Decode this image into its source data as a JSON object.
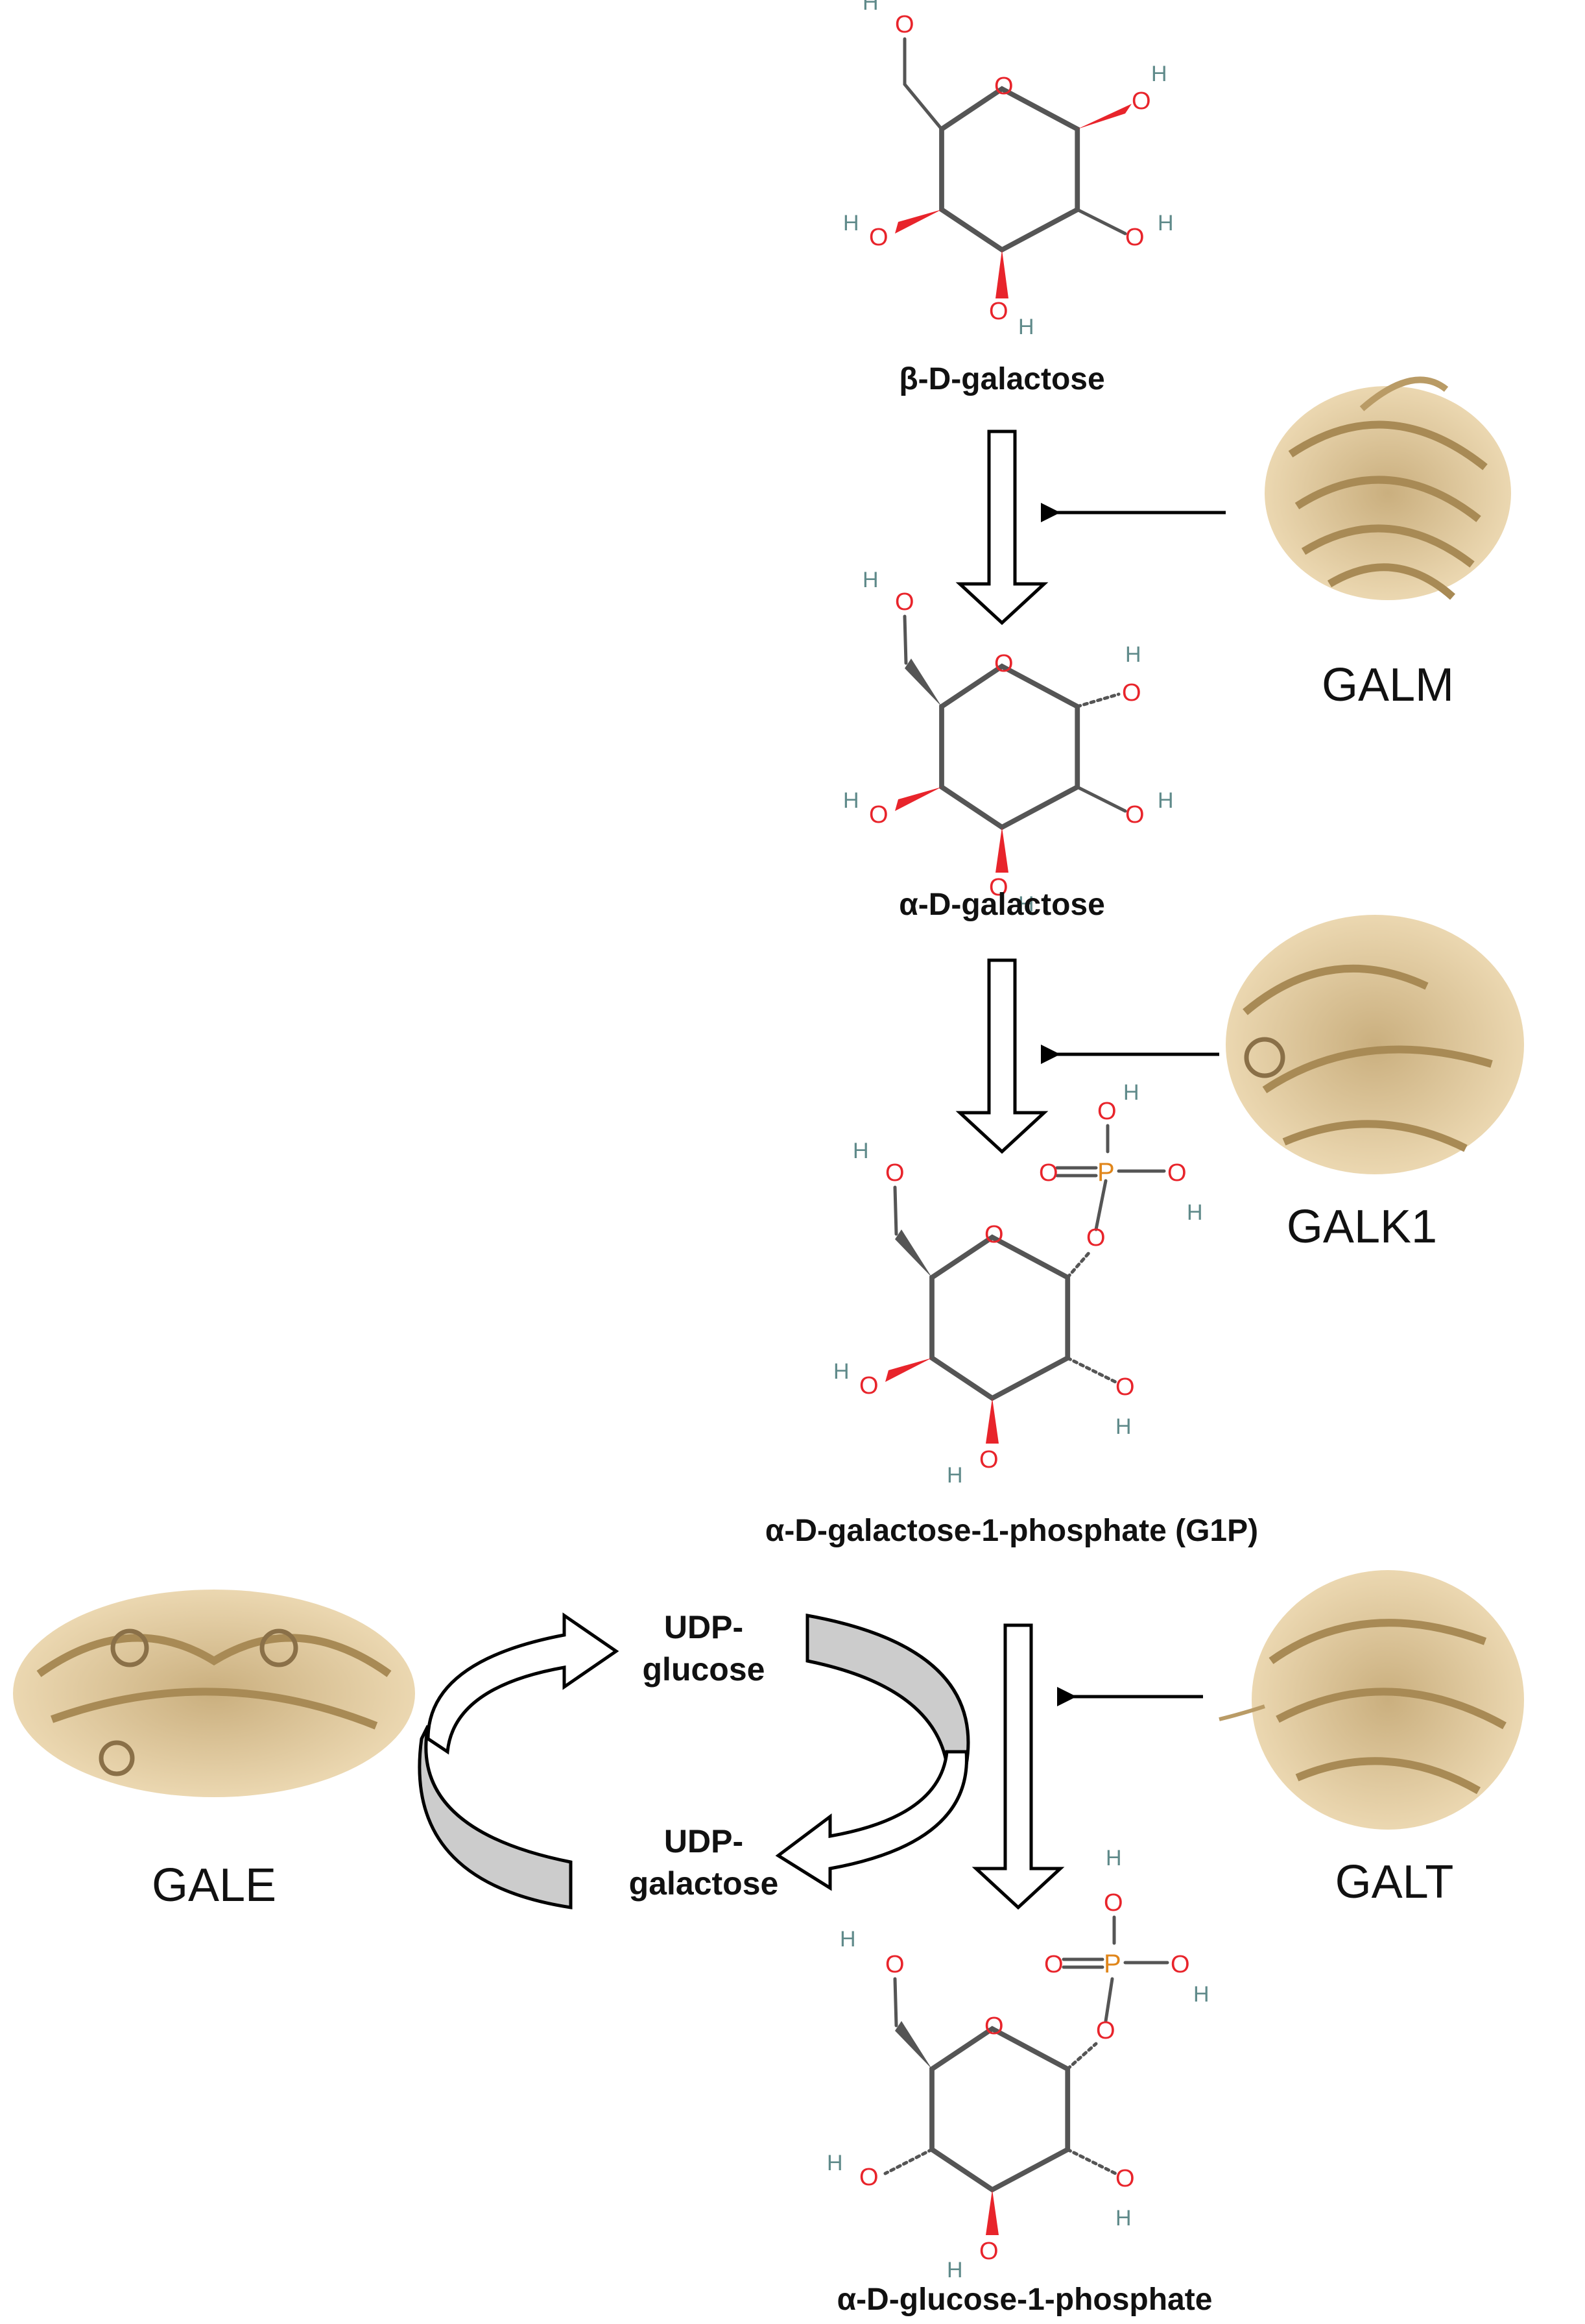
{
  "compounds": {
    "beta_galactose": "β-D-galactose",
    "alpha_galactose": "α-D-galactose",
    "g1p": "α-D-galactose-1-phosphate (G1P)",
    "glucose1p": "α-D-glucose-1-phosphate"
  },
  "enzymes": {
    "galm": "GALM",
    "galk1": "GALK1",
    "galt": "GALT",
    "gale": "GALE"
  },
  "cycle": {
    "udp_glucose_1": "UDP-",
    "udp_glucose_2": "glucose",
    "udp_galactose_1": "UDP-",
    "udp_galactose_2": "galactose"
  },
  "atoms": {
    "O": "O",
    "H": "H",
    "P": "P"
  },
  "colors": {
    "oxygen": "#e8242b",
    "hydrogen": "#5f8a8a",
    "phosphorus": "#e0861b",
    "protein": "#d8bd8c",
    "cycle_fill": "#cccccc"
  }
}
